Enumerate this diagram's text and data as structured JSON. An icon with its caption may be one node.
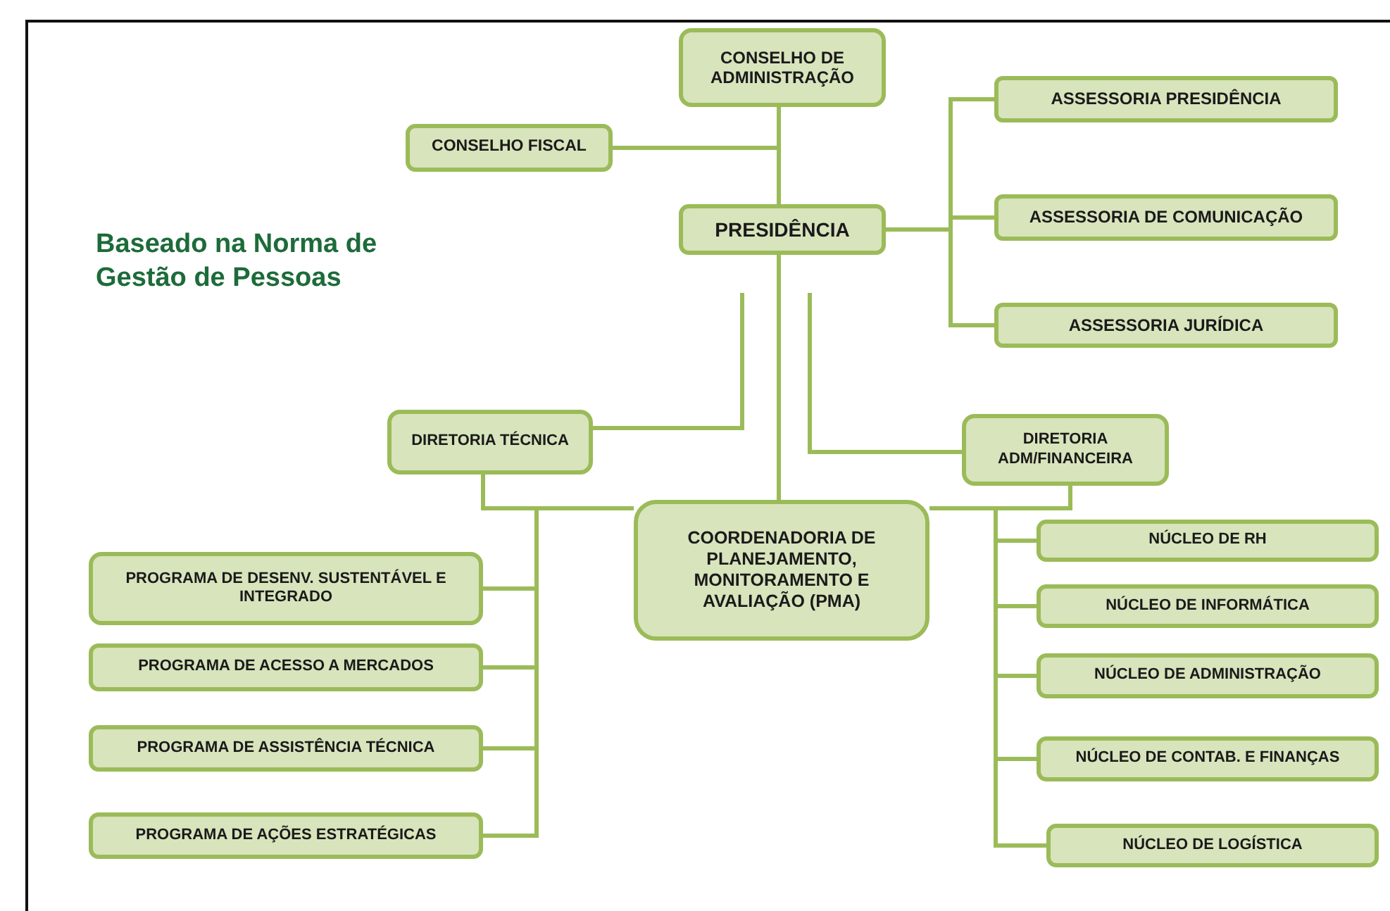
{
  "diagram": {
    "nodes": [
      {
        "text": [
          "CONSELHO DE ADMINISTRAÇÃO"
        ]
      },
      {
        "text": [
          "CONSELHO FISCAL"
        ]
      },
      {
        "text": [
          "PRESIDÊNCIA"
        ]
      },
      {
        "text": [
          "ASSESSORIA PRESIDÊNCIA"
        ]
      },
      {
        "text": [
          "ASSESSORIA DE COMUNICAÇÃO"
        ]
      },
      {
        "text": [
          "ASSESSORIA JURÍDICA"
        ]
      },
      {
        "text": [
          "DIRETORIA TÉCNICA"
        ]
      },
      {
        "text": [
          "DIRETORIA ADM/FINANCEIRA"
        ]
      },
      {
        "text": [
          "COORDENADORIA DE PLANEJAMENTO, MONITORAMENTO E AVALIAÇÃO (PMA)"
        ]
      },
      {
        "text": [
          "PROGRAMA DE DESENV. SUSTENTÁVEL E INTEGRADO"
        ]
      },
      {
        "text": [
          "PROGRAMA DE ACESSO A MERCADOS"
        ]
      },
      {
        "text": [
          "PROGRAMA DE ASSISTÊNCIA TÉCNICA"
        ]
      },
      {
        "text": [
          "PROGRAMA DE AÇÕES ESTRATÉGICAS"
        ]
      },
      {
        "text": [
          "NÚCLEO DE RH"
        ]
      },
      {
        "text": [
          "NÚCLEO DE INFORMÁTICA"
        ]
      },
      {
        "text": [
          "NÚCLEO DE ADMINISTRAÇÃO"
        ]
      },
      {
        "text": [
          "NÚCLEO DE CONTAB. E FINANÇAS"
        ]
      },
      {
        "text": [
          "NÚCLEO DE LOGÍSTICA"
        ]
      }
    ],
    "edges": [
      {
        "from": 0,
        "to": 2,
        "arrow": "none"
      },
      {
        "from": 0,
        "to": 1,
        "arrow": "none"
      },
      {
        "from": 2,
        "to": 3,
        "arrow": "none"
      },
      {
        "from": 2,
        "to": 4,
        "arrow": "none"
      },
      {
        "from": 2,
        "to": 5,
        "arrow": "none"
      },
      {
        "from": 2,
        "to": 8,
        "arrow": "none"
      },
      {
        "from": null,
        "to": 6,
        "arrow": "none"
      },
      {
        "from": null,
        "to": 7,
        "arrow": "none"
      },
      {
        "from": 6,
        "to": 8,
        "arrow": "none"
      },
      {
        "from": 6,
        "to": 9,
        "arrow": "none"
      },
      {
        "from": 6,
        "to": 10,
        "arrow": "none"
      },
      {
        "from": 6,
        "to": 11,
        "arrow": "none"
      },
      {
        "from": 6,
        "to": 12,
        "arrow": "none"
      },
      {
        "from": 7,
        "to": 8,
        "arrow": "none"
      },
      {
        "from": 7,
        "to": 13,
        "arrow": "none"
      },
      {
        "from": 7,
        "to": 14,
        "arrow": "none"
      },
      {
        "from": 7,
        "to": 15,
        "arrow": "none"
      },
      {
        "from": 7,
        "to": 16,
        "arrow": "none"
      },
      {
        "from": 7,
        "to": 17,
        "arrow": "none"
      }
    ],
    "labels": [
      "Baseado na Norma de Gestão de Pessoas"
    ]
  }
}
